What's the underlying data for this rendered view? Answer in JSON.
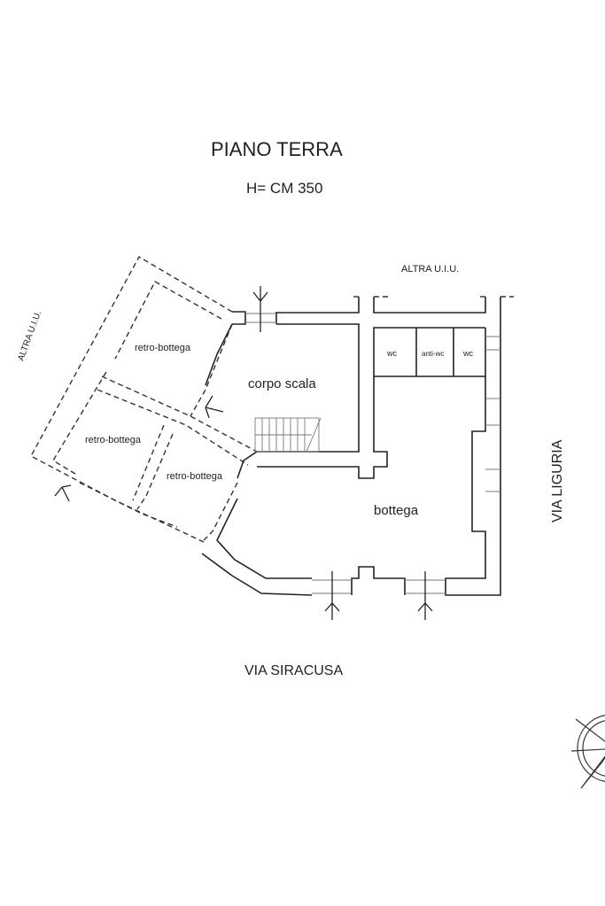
{
  "title": "PIANO TERRA",
  "height_label": "H= CM 350",
  "neighbors": {
    "top": "ALTRA U.I.U.",
    "left": "ALTRA U.I.U."
  },
  "streets": {
    "right": "VIA LIGURIA",
    "bottom": "VIA SIRACUSA"
  },
  "rooms": {
    "retro_bottega_1": "retro-bottega",
    "retro_bottega_2": "retro-bottega",
    "retro_bottega_3": "retro-bottega",
    "corpo_scala": "corpo scala",
    "bottega": "bottega",
    "wc_1": "wc",
    "anti_wc": "anti-wc",
    "wc_2": "wc"
  }
}
